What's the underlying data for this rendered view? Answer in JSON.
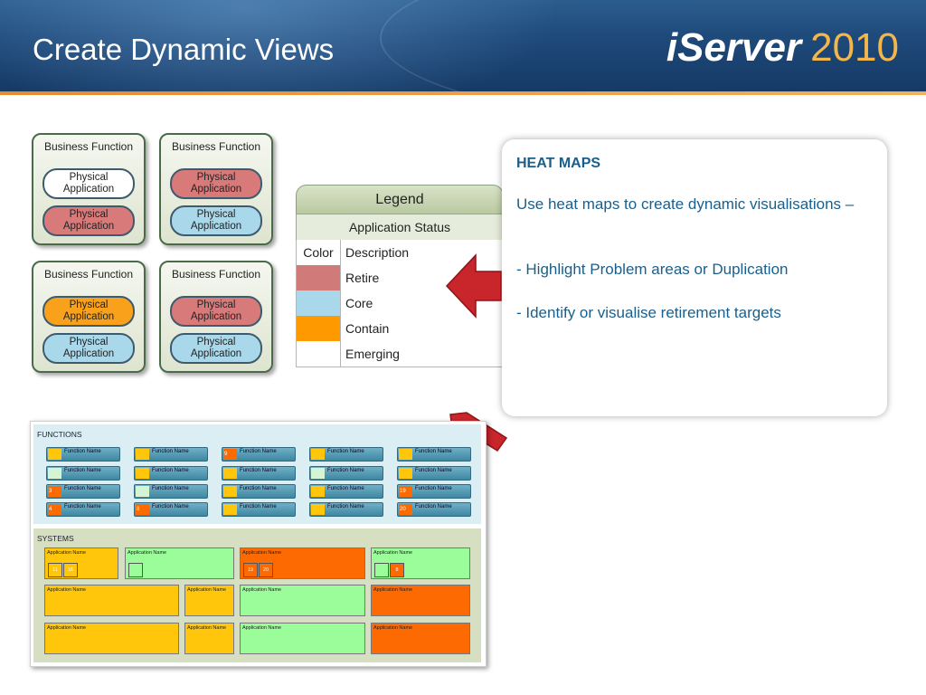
{
  "header": {
    "title": "Create Dynamic Views",
    "brand": "iServer",
    "brand_year": "2010"
  },
  "mini_diagrams": [
    {
      "title": "Business Function",
      "apps": [
        {
          "label": "Physical Application",
          "status": "white"
        },
        {
          "label": "Physical Application",
          "status": "red"
        }
      ]
    },
    {
      "title": "Business Function",
      "apps": [
        {
          "label": "Physical Application",
          "status": "red"
        },
        {
          "label": "Physical Application",
          "status": "blue"
        }
      ]
    },
    {
      "title": "Business Function",
      "apps": [
        {
          "label": "Physical Application",
          "status": "orange"
        },
        {
          "label": "Physical Application",
          "status": "blue"
        }
      ]
    },
    {
      "title": "Business Function",
      "apps": [
        {
          "label": "Physical Application",
          "status": "red"
        },
        {
          "label": "Physical Application",
          "status": "blue"
        }
      ]
    }
  ],
  "legend": {
    "title": "Legend",
    "subtitle": "Application Status",
    "col_color": "Color",
    "col_description": "Description",
    "rows": [
      {
        "color": "#d07a7a",
        "description": "Retire"
      },
      {
        "color": "#a9d8ea",
        "description": "Core"
      },
      {
        "color": "#ff9900",
        "description": "Contain"
      },
      {
        "color": "#ffffff",
        "description": "Emerging"
      }
    ]
  },
  "callout": {
    "heading": "HEAT MAPS",
    "line1": "Use heat maps to create dynamic visualisations –",
    "line2": "- Highlight Problem areas or Duplication",
    "line3": "- Identify or visualise retirement targets"
  },
  "heatmap": {
    "functions_label": "FUNCTIONS",
    "systems_label": "SYSTEMS",
    "function_name": "Function Name",
    "application_name": "Application Name",
    "function_numbers": {
      "f9": "9",
      "f3": "3",
      "f4": "4",
      "f8": "8",
      "f19": "19",
      "f20": "20"
    },
    "system_numbers": {
      "c11": "11",
      "c16": "16",
      "c19": "19",
      "c20": "20",
      "c8": "8"
    }
  },
  "colors": {
    "title_color": "#1a5f8c",
    "accent": "#f2b64c",
    "arrow_red": "#c8262b"
  }
}
